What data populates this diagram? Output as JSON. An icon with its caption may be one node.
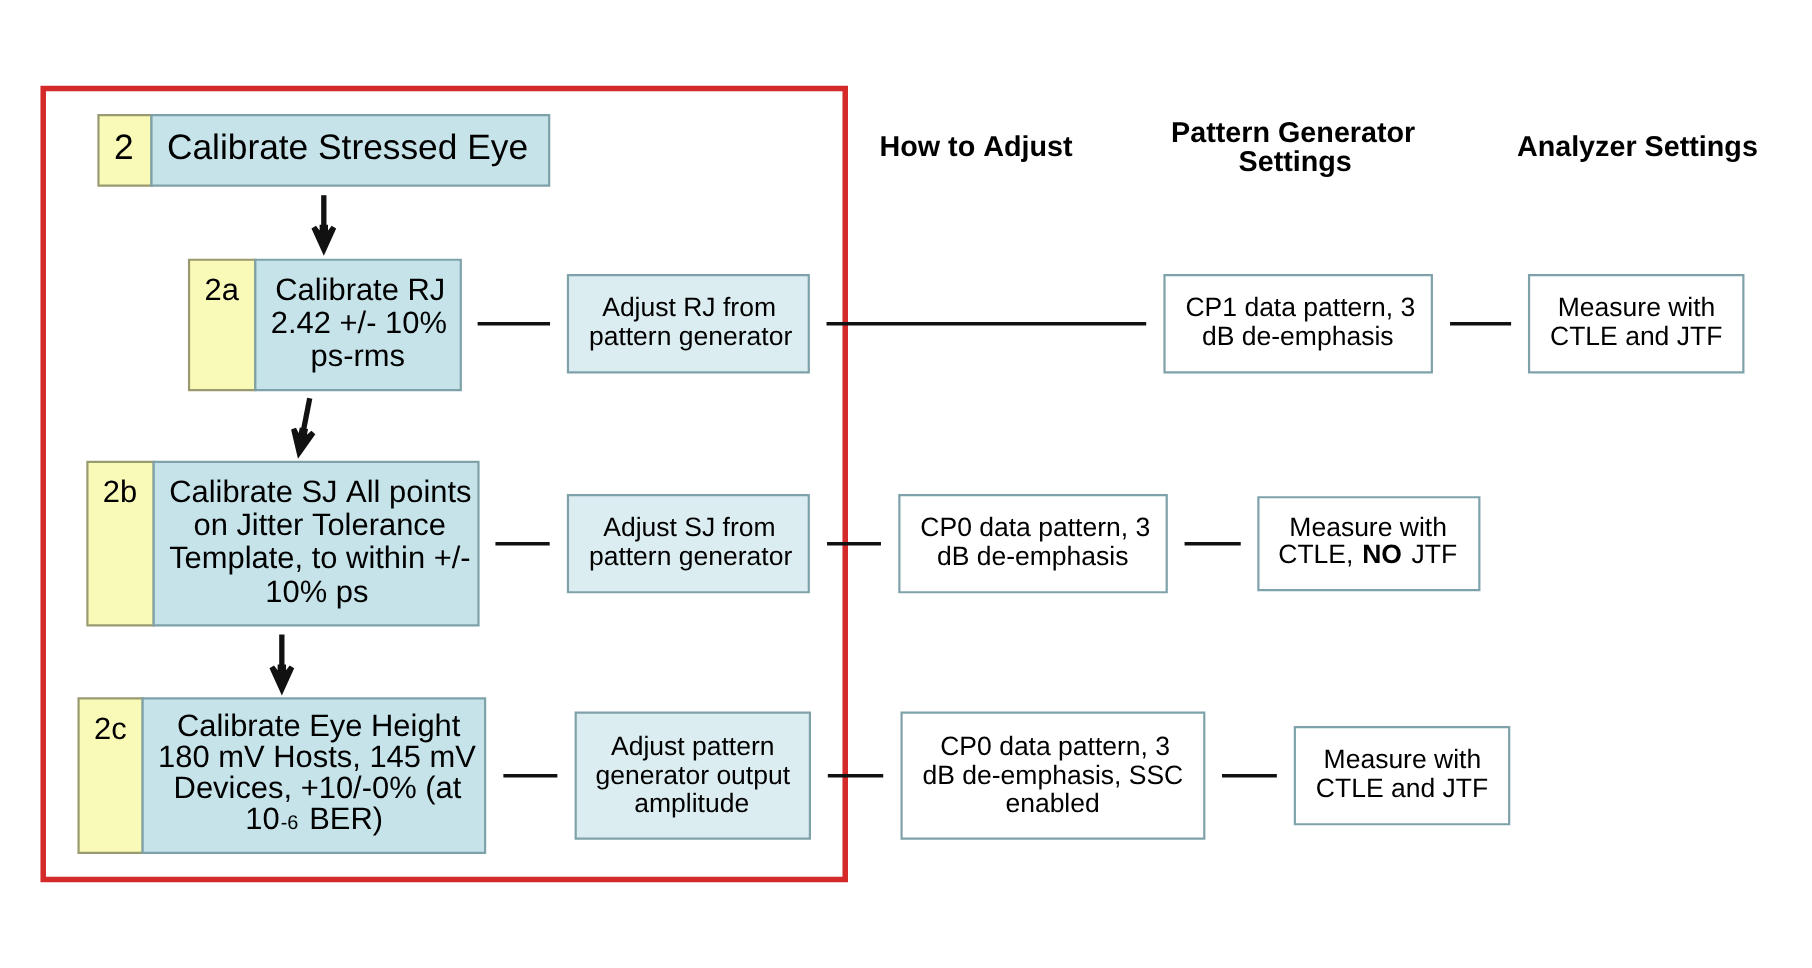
{
  "diagram": {
    "nodes": [
      {
        "text": [],
        "shape": "box"
      },
      {
        "text": [
          "2",
          "Calibrate Stressed Eye"
        ],
        "in": 0
      },
      {
        "text": [
          "2a",
          "Calibrate RJ 2.42 +/- 10% ps-rms"
        ],
        "in": 0
      },
      {
        "text": [
          "Adjust RJ from pattern generator"
        ],
        "in": 0
      },
      {
        "text": [
          "CP1 data pattern, 3 dB de-emphasis"
        ]
      },
      {
        "text": [
          "Measure with CTLE and JTF"
        ]
      },
      {
        "text": [
          "2b",
          "Calibrate SJ All points on Jitter Tolerance Template, to within +/- 10% ps"
        ],
        "in": 0
      },
      {
        "text": [
          "Adjust SJ from pattern generator"
        ],
        "in": 0
      },
      {
        "text": [
          "CP0 data pattern, 3 dB de-emphasis"
        ]
      },
      {
        "text": [
          "Measure with CTLE, **NO** JTF"
        ]
      },
      {
        "text": [
          "2c",
          "Calibrate Eye Height 180 mV Hosts, 145 mV Devices, +10/-0% (at 10$^{-6}$ BER)"
        ],
        "in": 0
      },
      {
        "text": [
          "Adjust pattern generator output amplitude"
        ],
        "in": 0
      },
      {
        "text": [
          "CP0 data pattern, 3 dB de-emphasis, SSC enabled"
        ]
      },
      {
        "text": [
          "Measure with CTLE and JTF"
        ]
      }
    ],
    "edges": [
      {
        "from": 1,
        "to": 2,
        "arrow": "to"
      },
      {
        "from": 2,
        "to": 3,
        "arrow": "none"
      },
      {
        "from": 3,
        "to": 4,
        "arrow": "none"
      },
      {
        "from": 4,
        "to": 5,
        "arrow": "none"
      },
      {
        "from": 2,
        "to": 6,
        "arrow": "to"
      },
      {
        "from": 6,
        "to": 7,
        "arrow": "none"
      },
      {
        "from": 7,
        "to": 8,
        "arrow": "none"
      },
      {
        "from": 8,
        "to": 9,
        "arrow": "none"
      },
      {
        "from": 6,
        "to": 10,
        "arrow": "to"
      },
      {
        "from": 10,
        "to": 11,
        "arrow": "none"
      },
      {
        "from": 11,
        "to": 12,
        "arrow": "none"
      },
      {
        "from": 12,
        "to": 13,
        "arrow": "none"
      }
    ],
    "labels": [
      "How to Adjust",
      "Pattern Generator Settings",
      "Analyzer Settings"
    ]
  }
}
